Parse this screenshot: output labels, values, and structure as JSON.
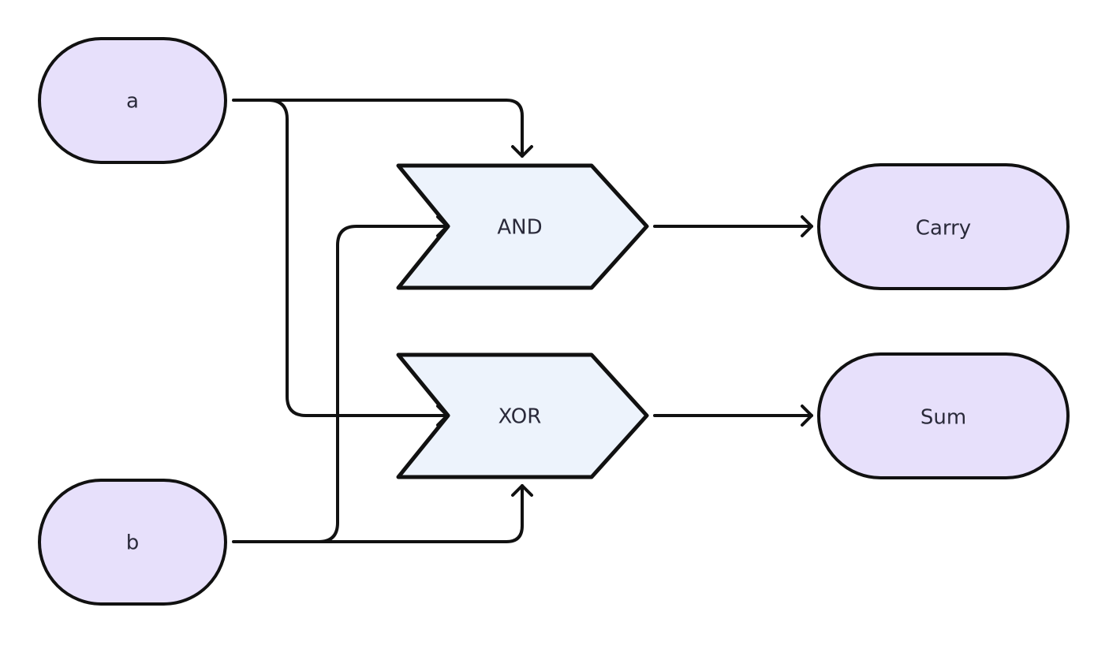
{
  "diagram": {
    "nodes": {
      "a": {
        "label": "a"
      },
      "b": {
        "label": "b"
      },
      "and_gate": {
        "label": "AND"
      },
      "xor_gate": {
        "label": "XOR"
      },
      "carry": {
        "label": "Carry"
      },
      "sum": {
        "label": "Sum"
      }
    }
  }
}
